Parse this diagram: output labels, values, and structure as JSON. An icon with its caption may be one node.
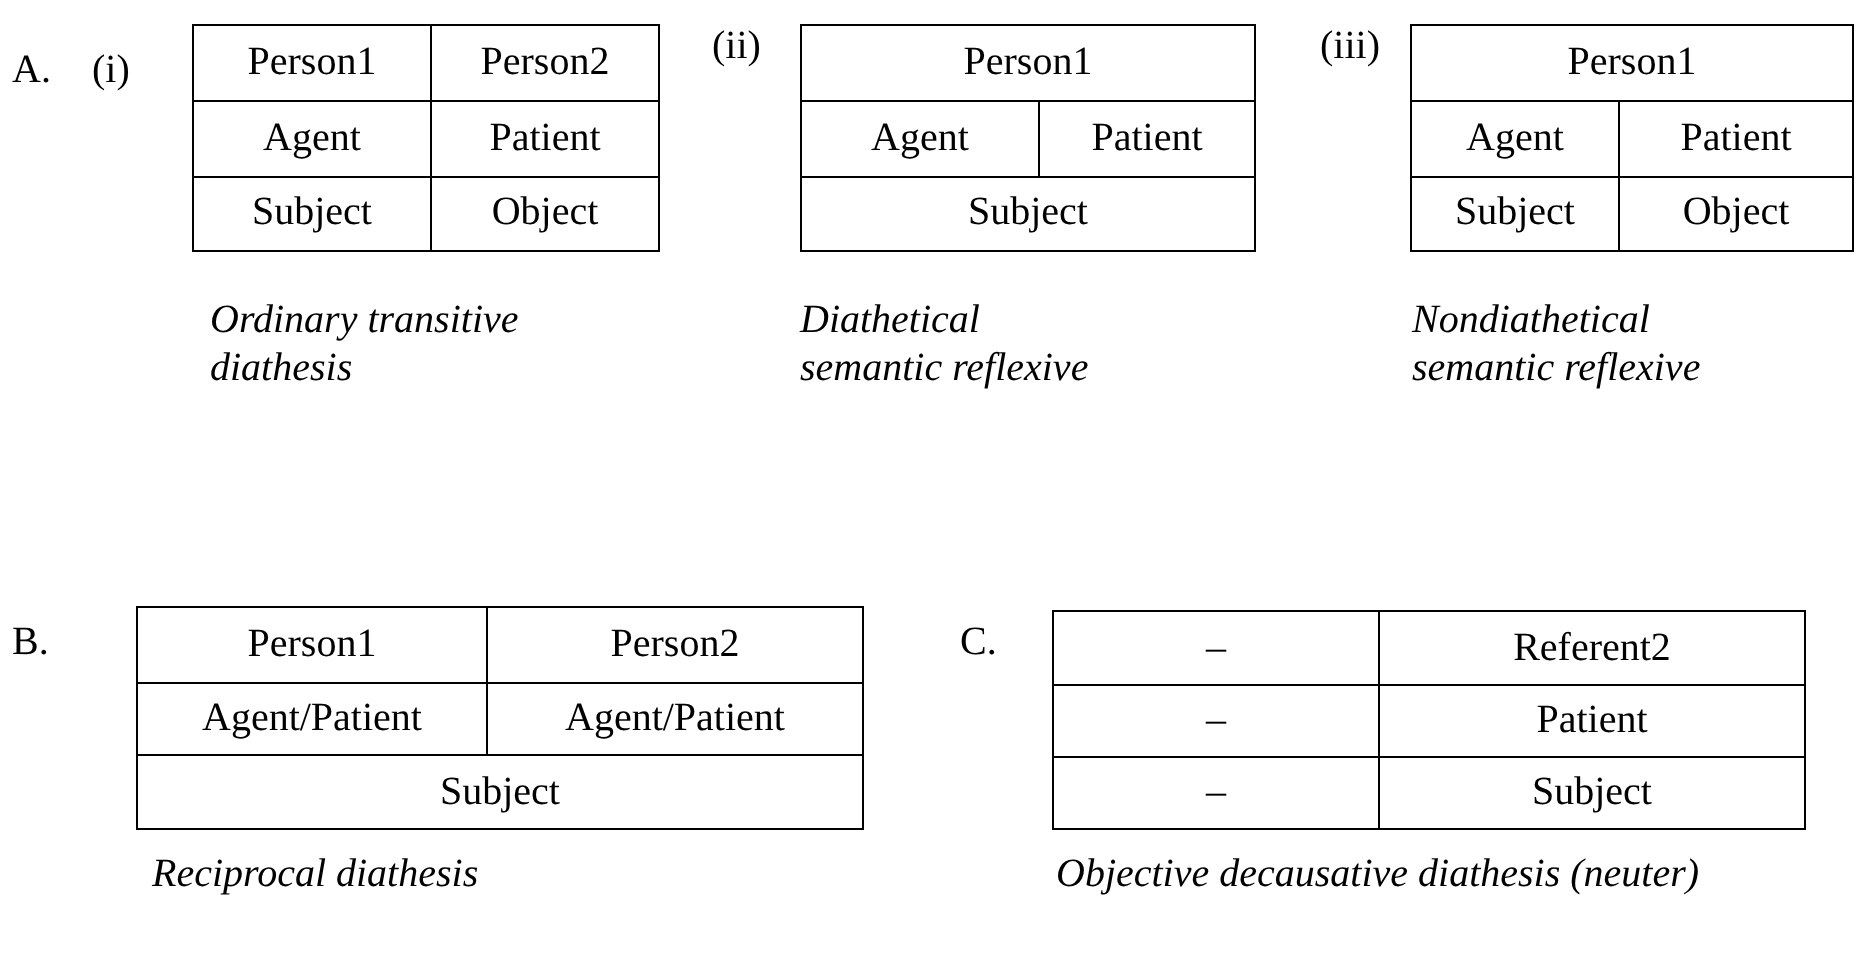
{
  "diagram": {
    "nodes": [
      {
        "text": [],
        "shape": "box",
        "beside": [
          "Ordinary transitive diathesis"
        ]
      },
      {
        "text": [
          "Person1"
        ],
        "in": 0
      },
      {
        "text": [
          "Person2"
        ],
        "in": 0
      },
      {
        "text": [
          "Agent"
        ],
        "in": 0
      },
      {
        "text": [
          "Patient"
        ],
        "in": 0
      },
      {
        "text": [
          "Subject"
        ],
        "in": 0
      },
      {
        "text": [
          "Object"
        ],
        "in": 0
      },
      {
        "text": [],
        "shape": "box",
        "beside": [
          "Diathetical semantic reflexive"
        ]
      },
      {
        "text": [
          "Person1"
        ],
        "in": 7
      },
      {
        "text": [
          "Agent"
        ],
        "in": 7
      },
      {
        "text": [
          "Patient"
        ],
        "in": 7
      },
      {
        "text": [
          "Subject"
        ],
        "in": 7
      },
      {
        "text": [],
        "shape": "box",
        "beside": [
          "Nondiathetical semantic reflexive"
        ]
      },
      {
        "text": [
          "Person1"
        ],
        "in": 12
      },
      {
        "text": [
          "Agent"
        ],
        "in": 12
      },
      {
        "text": [
          "Patient"
        ],
        "in": 12
      },
      {
        "text": [
          "Subject"
        ],
        "in": 12
      },
      {
        "text": [
          "Object"
        ],
        "in": 12
      },
      {
        "text": [],
        "shape": "box",
        "beside": [
          "Reciprocal diathesis"
        ]
      },
      {
        "text": [
          "Person1"
        ],
        "in": 18
      },
      {
        "text": [
          "Person2"
        ],
        "in": 18
      },
      {
        "text": [
          "Agent/Patient"
        ],
        "in": 18
      },
      {
        "text": [
          "Agent/Patient"
        ],
        "in": 18
      },
      {
        "text": [
          "Subject"
        ],
        "in": 18
      },
      {
        "text": [],
        "shape": "box",
        "beside": [
          "Objective decausative diathesis (neuter)"
        ]
      },
      {
        "text": [
          "–"
        ],
        "in": 24
      },
      {
        "text": [
          "Referent2"
        ],
        "in": 24
      },
      {
        "text": [
          "–"
        ],
        "in": 24
      },
      {
        "text": [
          "Patient"
        ],
        "in": 24
      },
      {
        "text": [
          "–"
        ],
        "in": 24
      },
      {
        "text": [
          "Subject"
        ],
        "in": 24
      }
    ],
    "labels": [
      "A.",
      "(i)",
      "(ii)",
      "(iii)",
      "B.",
      "C."
    ]
  }
}
